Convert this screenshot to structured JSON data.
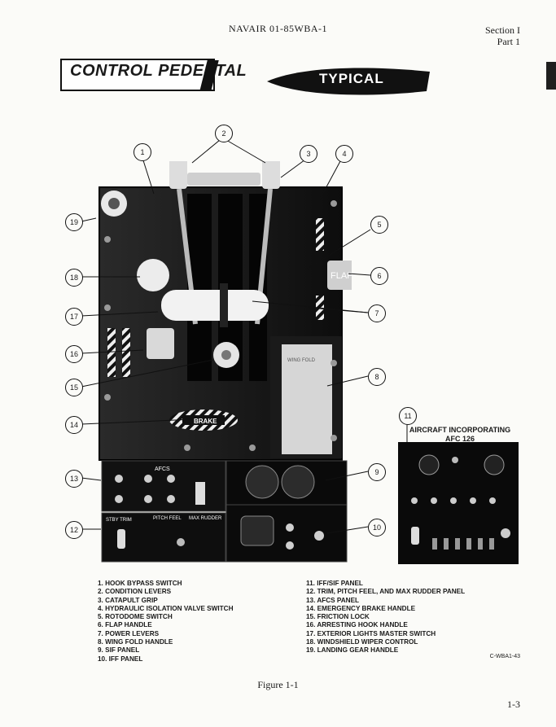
{
  "header": {
    "doc_number": "NAVAIR 01-85WBA-1",
    "section": "Section I",
    "part": "Part 1"
  },
  "title": "CONTROL PEDESTAL",
  "badge": "TYPICAL",
  "inset_label": {
    "line1": "AIRCRAFT INCORPORATING",
    "line2": "AFC 126"
  },
  "photo_labels": {
    "brake": "BRAKE",
    "flap": "FLAP",
    "afcs": "AFCS",
    "stby_trim": "STBY TRIM",
    "pitch_feel": "PITCH FEEL",
    "max_rudder": "MAX RUDDER",
    "wing_fold": "WING FOLD"
  },
  "legend_left": [
    "1. HOOK BYPASS SWITCH",
    "2. CONDITION LEVERS",
    "3. CATAPULT GRIP",
    "4. HYDRAULIC ISOLATION VALVE SWITCH",
    "5. ROTODOME SWITCH",
    "6. FLAP HANDLE",
    "7. POWER LEVERS",
    "8. WING FOLD HANDLE",
    "9. SIF PANEL",
    "10. IFF PANEL"
  ],
  "legend_right": [
    "11. IFF/SIF PANEL",
    "12. TRIM, PITCH FEEL, AND MAX RUDDER PANEL",
    "13. AFCS PANEL",
    "14. EMERGENCY BRAKE HANDLE",
    "15. FRICTION LOCK",
    "16. ARRESTING HOOK HANDLE",
    "17. EXTERIOR LIGHTS MASTER SWITCH",
    "18. WINDSHIELD WIPER CONTROL",
    "19. LANDING GEAR HANDLE"
  ],
  "callouts": [
    "1",
    "2",
    "3",
    "4",
    "5",
    "6",
    "7",
    "8",
    "9",
    "10",
    "11",
    "12",
    "13",
    "14",
    "15",
    "16",
    "17",
    "18",
    "19"
  ],
  "drawing_code": "C-WBA1-43",
  "caption": "Figure 1-1",
  "page_number": "1-3"
}
